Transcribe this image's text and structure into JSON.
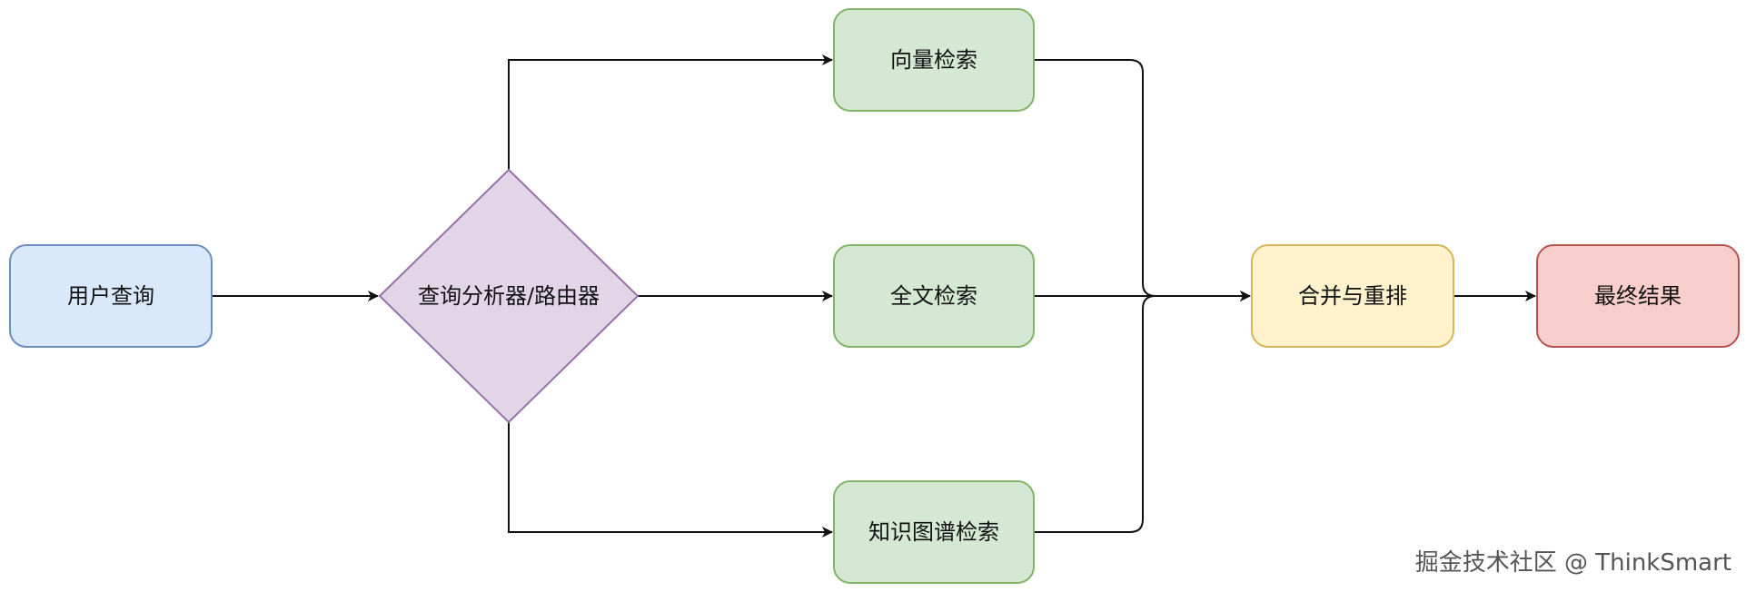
{
  "nodes": {
    "user_query": {
      "label": "用户查询",
      "fill": "#dae8fc",
      "stroke": "#6c8ebf"
    },
    "router": {
      "label": "查询分析器/路由器",
      "fill": "#e1d5e7",
      "stroke": "#9673a6"
    },
    "vector_search": {
      "label": "向量检索",
      "fill": "#d5e8d4",
      "stroke": "#82b366"
    },
    "fulltext_search": {
      "label": "全文检索",
      "fill": "#d5e8d4",
      "stroke": "#82b366"
    },
    "kg_search": {
      "label": "知识图谱检索",
      "fill": "#d5e8d4",
      "stroke": "#82b366"
    },
    "merge_rerank": {
      "label": "合并与重排",
      "fill": "#fff2cc",
      "stroke": "#d6b656"
    },
    "final_result": {
      "label": "最终结果",
      "fill": "#f8cecc",
      "stroke": "#b85450"
    }
  },
  "watermark": "掘金技术社区 @ ThinkSmart",
  "colors": {
    "edge": "#111111"
  }
}
